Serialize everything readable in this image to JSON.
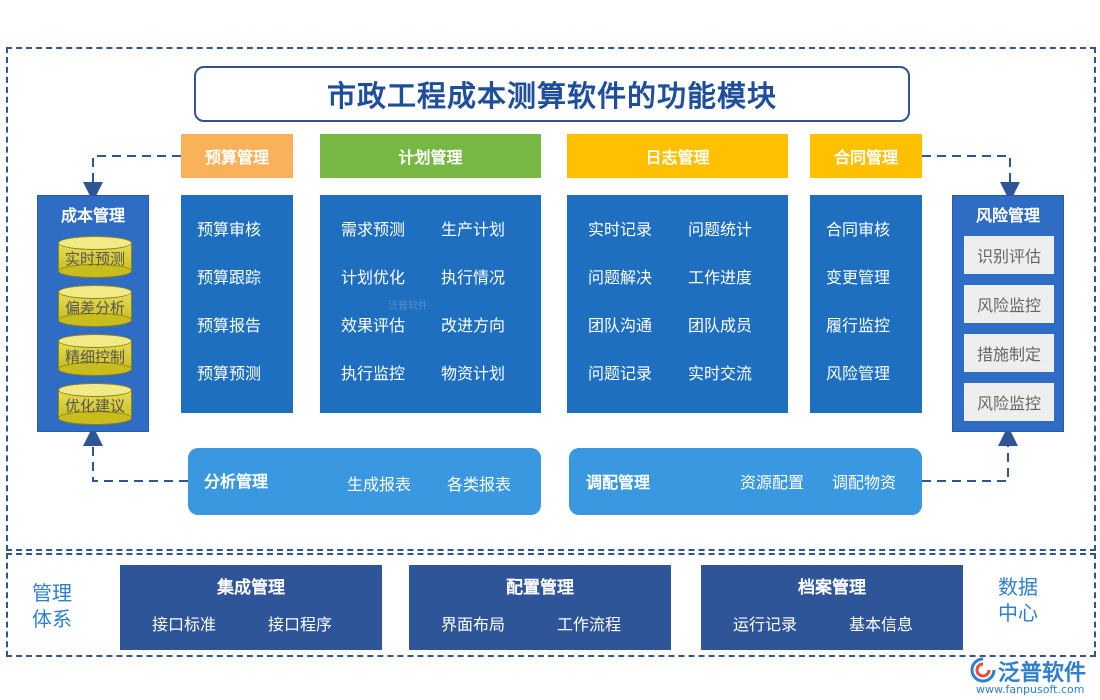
{
  "title": "市政工程成本测算软件的功能模块",
  "modules": {
    "budget": {
      "header": "预算管理",
      "items": [
        "预算审核",
        "预算跟踪",
        "预算报告",
        "预算预测"
      ]
    },
    "plan": {
      "header": "计划管理",
      "items": [
        "需求预测",
        "生产计划",
        "计划优化",
        "执行情况",
        "效果评估",
        "改进方向",
        "执行监控",
        "物资计划"
      ]
    },
    "log": {
      "header": "日志管理",
      "items": [
        "实时记录",
        "问题统计",
        "问题解决",
        "工作进度",
        "团队沟通",
        "团队成员",
        "问题记录",
        "实时交流"
      ]
    },
    "contract": {
      "header": "合同管理",
      "items": [
        "合同审核",
        "变更管理",
        "履行监控",
        "风险管理"
      ]
    }
  },
  "cost": {
    "title": "成本管理",
    "items": [
      "实时预测",
      "偏差分析",
      "精细控制",
      "优化建议"
    ]
  },
  "risk": {
    "title": "风险管理",
    "items": [
      "识别评估",
      "风险监控",
      "措施制定",
      "风险监控"
    ]
  },
  "analysis": {
    "title": "分析管理",
    "items": [
      "生成报表",
      "各类报表"
    ]
  },
  "dispatch": {
    "title": "调配管理",
    "items": [
      "资源配置",
      "调配物资"
    ]
  },
  "bottom": {
    "left_label": [
      "管理",
      "体系"
    ],
    "right_label": [
      "数据",
      "中心"
    ],
    "boxes": [
      {
        "title": "集成管理",
        "items": [
          "接口标准",
          "接口程序"
        ]
      },
      {
        "title": "配置管理",
        "items": [
          "界面布局",
          "工作流程"
        ]
      },
      {
        "title": "档案管理",
        "items": [
          "运行记录",
          "基本信息"
        ]
      }
    ]
  },
  "logo": {
    "name": "泛普软件",
    "url": "www.fanpusoft.com"
  },
  "watermark": "泛普软件",
  "colors": {
    "budget_header": "#f9b15a",
    "plan_header": "#76b843",
    "log_header": "#ffc000",
    "contract_header": "#ffc000",
    "panel": "#1e6fc0",
    "side": "#2f6cc4",
    "bar": "#3a98e0",
    "bottom_box": "#2d5597",
    "title_text": "#1f4e9a"
  }
}
